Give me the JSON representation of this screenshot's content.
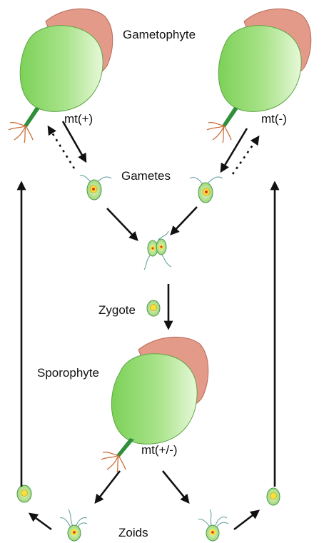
{
  "labels": {
    "gametophyte": "Gametophyte",
    "mt_plus": "mt(+)",
    "mt_minus": "mt(-)",
    "gametes": "Gametes",
    "zygote": "Zygote",
    "sporophyte": "Sporophyte",
    "mt_plus_minus": "mt(+/-)",
    "zoids": "Zoids"
  },
  "colors": {
    "thallus_green": "#8fd86a",
    "thallus_light": "#e3f7d4",
    "thallus_pink": "#e49a88",
    "rhizoid": "#c8662e",
    "stipe": "#2f8f3a",
    "cell_green": "#bfe88f",
    "cell_nucleus": "#f4e23a",
    "eyespot": "#e0302a",
    "arrow": "#111111"
  },
  "icons": [
    "gametophyte-thallus-icon",
    "gamete-cell-icon",
    "zygote-cell-icon",
    "sporophyte-thallus-icon",
    "zoid-cell-icon"
  ]
}
